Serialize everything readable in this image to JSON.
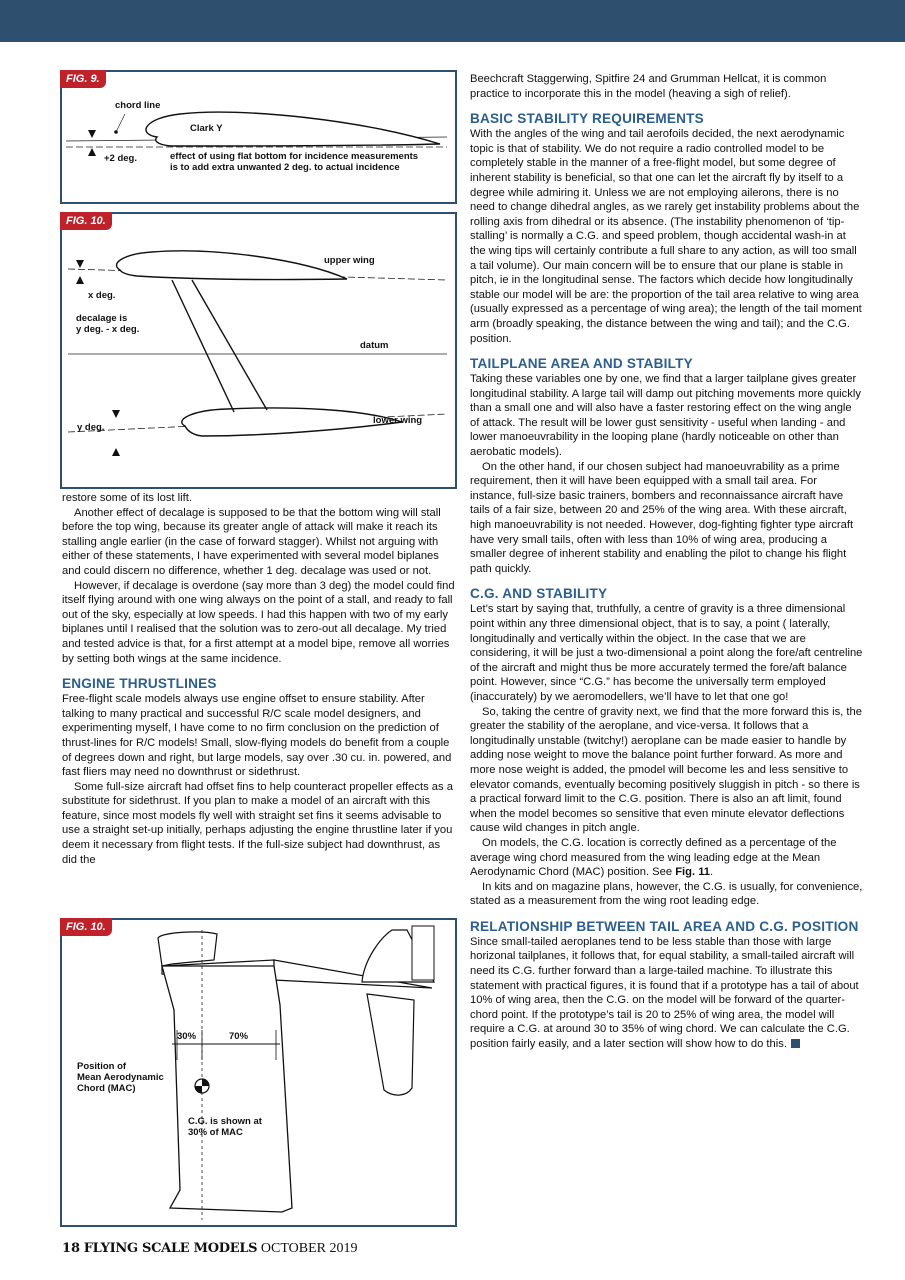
{
  "figures": {
    "fig9": {
      "tag": "FIG. 9.",
      "labels": {
        "chord_line": "chord line",
        "aerofoil": "Clark Y",
        "angle": "+2 deg.",
        "note_line1": "effect of using flat bottom for incidence measurements",
        "note_line2": "is to add extra unwanted 2 deg. to actual incidence"
      }
    },
    "fig10a": {
      "tag": "FIG. 10.",
      "labels": {
        "upper_wing": "upper wing",
        "x_deg": "x deg.",
        "decalage_line1": "decalage is",
        "decalage_line2": "y deg. - x deg.",
        "datum": "datum",
        "lower_wing": "lower wing",
        "y_deg": "y deg."
      }
    },
    "fig10b": {
      "tag": "FIG. 10.",
      "labels": {
        "pct30": "30%",
        "pct70": "70%",
        "mac_line1": "Position of",
        "mac_line2": "Mean Aerodynamic",
        "mac_line3": "Chord (MAC)",
        "cg_line1": "C.G. is shown at",
        "cg_line2": "30% of MAC"
      }
    }
  },
  "left_column": {
    "p1": "restore some of its lost lift.",
    "p2": "Another effect of decalage is supposed to be that the bottom wing will stall before the top wing, because its greater angle of attack will make it reach its stalling angle earlier (in the case of forward stagger).  Whilst not arguing with either of these statements, I have experimented with several model biplanes and could discern no difference, whether 1 deg. decalage was used or not.",
    "p3": "However, if decalage is overdone (say more than 3 deg) the model could find itself flying around with one wing always on the point of a stall, and ready to fall out of the sky, especially at low speeds. I had this happen with two of my early biplanes until I realised that the solution was to zero-out all decalage. My tried and tested advice is that, for a first attempt at a model bipe, remove all worries by setting both wings at the same incidence.",
    "h_engine": "ENGINE THRUSTLINES",
    "p4": "Free-flight scale models always use engine offset to ensure stability. After talking to many practical and successful R/C scale model designers, and experimenting myself, I have come to no firm conclusion on the prediction of thrust-lines for R/C models! Small, slow-flying models do benefit from a couple of degrees down and right, but large models, say over .30 cu. in. powered, and fast fliers may need no downthrust or sidethrust.",
    "p5": "Some full-size aircraft had offset fins to help counteract propeller effects as a substitute for sidethrust. If you plan to make a model of an aircraft with this feature, since most models fly well with straight set fins it seems advisable to use a straight set-up initially, perhaps adjusting the engine thrustline later if you deem it necessary from flight tests. If the full-size subject had downthrust, as did the"
  },
  "right_column": {
    "p0": "Beechcraft Staggerwing, Spitfire 24 and Grumman Hellcat, it is common practice to incorporate this in the model (heaving a sigh of relief).",
    "h_basic": "BASIC STABILITY REQUIREMENTS",
    "p1": "With the angles of the wing and tail aerofoils decided, the next aerodynamic topic is that of stability. We do not require a radio controlled model to be completely stable in the manner of a free-flight model, but some degree of inherent stability is beneficial, so that one can let the aircraft fly by itself to a degree while admiring it. Unless we are not employing ailerons, there is no need to change dihedral angles, as we rarely get instability problems about the rolling axis from dihedral or its absence. (The instability phenomenon of ‘tip-stalling’ is normally a C.G. and speed problem, though accidental wash-in at the wing tips will certainly contribute a full share to any action, as will too small a tail volume). Our main concern will be to ensure that our plane is stable in pitch, ie in the longitudinal sense. The factors which decide how longitudinally stable our model will be are: the proportion of the tail area relative to wing area (usually expressed as a percentage of wing area); the length of the tail moment arm (broadly speaking, the distance between the wing and tail); and the C.G. position.",
    "h_tail": "TAILPLANE AREA AND STABILTY",
    "p2": "Taking these variables one by one, we find that a larger tailplane gives greater longitudinal stability. A large tail will damp out pitching movements more quickly than a small one and will also have a faster restoring effect on the wing angle of attack. The result will be lower gust sensitivity - useful when landing - and lower manoeuvrability in the looping plane (hardly noticeable on other than aerobatic models).",
    "p3": "On the other hand, if our chosen subject had manoeuvrability as a prime requirement, then it will have been equipped with a small tail area. For instance, full-size basic trainers, bombers and reconnaissance aircraft have tails of a fair size, between 20 and 25% of the wing area. With these aircraft, high manoeuvrability is not needed. However, dog-fighting fighter type aircraft have very small tails, often with less than 10% of wing area, producing a smaller degree of inherent stability and enabling the pilot to change his flight path quickly.",
    "h_cg": "C.G. AND STABILITY",
    "p4": "Let’s start by saying that, truthfully, a centre of gravity is a three dimensional point within any three dimensional object, that is to say, a point ( laterally, longitudinally and vertically within the object. In the case that we are considering, it will be just a two-dimensional  a point along the fore/aft centreline of the aircraft and might thus be more accurately termed the fore/aft balance point. However, since “C.G.” has become the universally term employed (inaccurately) by we aeromodellers, we’ll have to let that one go!",
    "p5": "So, taking the centre of gravity next, we find that the more forward this is, the greater the stability of the aeroplane, and vice-versa. It follows that a longitudinally unstable (twitchy!) aeroplane can be made easier to handle by adding nose weight to move the balance point further forward. As more and more nose weight is added, the pmodel will become les and less sensitive to elevator comands, eventually becoming positively sluggish in pitch - so there is a practical forward limit to the C.G. position. There is also an aft limit, found when the model becomes so sensitive that even minute elevator deflections cause wild changes in pitch angle.",
    "p6a": "On models, the C.G. location is correctly defined as a percentage of the average wing chord measured from the wing leading edge at the Mean Aerodynamic Chord (MAC) position. See ",
    "p6ref": "Fig. 11",
    "p6b": ".",
    "p7": "In kits and on magazine plans, however, the C.G. is usually, for convenience, stated as a measurement from the wing root leading edge.",
    "h_rel": "RELATIONSHIP BETWEEN TAIL AREA AND C.G. POSITION",
    "p8": "Since small-tailed aeroplanes tend to be less stable than those with large horizonal tailplanes, it follows that, for equal stability, a small-tailed aircraft will need its C.G. further forward than a large-tailed machine. To illustrate this statement with practical figures, it is found that if a prototype has a tail of about 10% of wing area, then the C.G. on the model will be forward of the quarter-chord point. If the prototype’s tail is 20 to 25% of wing area, the model will require a C.G. at around 30 to 35% of wing chord. We can calculate the C.G. position fairly easily, and a later section will show how to do this."
  },
  "footer": {
    "page": "18",
    "magazine": "FLYING SCALE MODELS",
    "issue": "OCTOBER 2019"
  },
  "colors": {
    "header_bar": "#2f4f6e",
    "heading": "#2c5f8f",
    "fig_tag": "#c0222b"
  }
}
